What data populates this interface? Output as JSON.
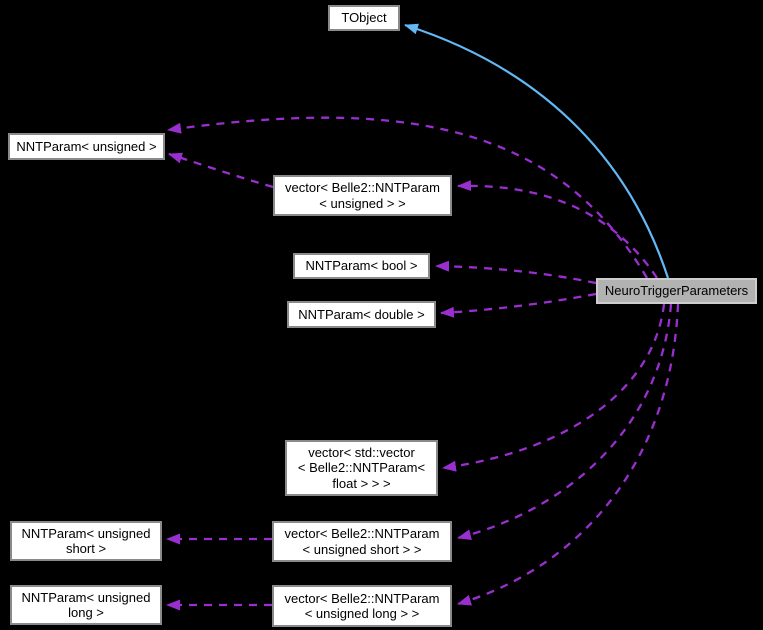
{
  "colors": {
    "background": "#000000",
    "node_fill": "#ffffff",
    "node_border": "#8a8a8a",
    "main_node_fill": "#b2b2b2",
    "main_node_border": "#cdcdcd",
    "text": "#000000",
    "usage_edge": "#9a2fd0",
    "inheritance_edge": "#63b8f6"
  },
  "nodes": [
    {
      "id": "tobject",
      "label": "TObject"
    },
    {
      "id": "nntparam-unsigned",
      "label": "NNTParam< unsigned >"
    },
    {
      "id": "vector-unsigned",
      "label": "vector< Belle2::NNTParam\n< unsigned > >"
    },
    {
      "id": "nntparam-bool",
      "label": "NNTParam< bool >"
    },
    {
      "id": "nntparam-double",
      "label": "NNTParam< double >"
    },
    {
      "id": "main",
      "label": "NeuroTriggerParameters"
    },
    {
      "id": "vector-float",
      "label": "vector< std::vector\n< Belle2::NNTParam<\nfloat > > >"
    },
    {
      "id": "nntparam-ushort",
      "label": "NNTParam< unsigned\nshort >"
    },
    {
      "id": "vector-ushort",
      "label": "vector< Belle2::NNTParam\n< unsigned short > >"
    },
    {
      "id": "nntparam-ulong",
      "label": "NNTParam< unsigned\nlong >"
    },
    {
      "id": "vector-ulong",
      "label": "vector< Belle2::NNTParam\n< unsigned long > >"
    }
  ],
  "edges": [
    {
      "from": "NeuroTriggerParameters",
      "to": "TObject",
      "style": "solid",
      "meaning": "inheritance"
    },
    {
      "from": "NeuroTriggerParameters",
      "to": "NNTParam< unsigned >",
      "style": "dashed",
      "meaning": "usage"
    },
    {
      "from": "NeuroTriggerParameters",
      "to": "vector< Belle2::NNTParam< unsigned > >",
      "style": "dashed",
      "meaning": "usage"
    },
    {
      "from": "NeuroTriggerParameters",
      "to": "NNTParam< bool >",
      "style": "dashed",
      "meaning": "usage"
    },
    {
      "from": "NeuroTriggerParameters",
      "to": "NNTParam< double >",
      "style": "dashed",
      "meaning": "usage"
    },
    {
      "from": "NeuroTriggerParameters",
      "to": "vector< std::vector< Belle2::NNTParam< float > > >",
      "style": "dashed",
      "meaning": "usage"
    },
    {
      "from": "NeuroTriggerParameters",
      "to": "vector< Belle2::NNTParam< unsigned short > >",
      "style": "dashed",
      "meaning": "usage"
    },
    {
      "from": "NeuroTriggerParameters",
      "to": "vector< Belle2::NNTParam< unsigned long > >",
      "style": "dashed",
      "meaning": "usage"
    },
    {
      "from": "vector< Belle2::NNTParam< unsigned > >",
      "to": "NNTParam< unsigned >",
      "style": "dashed",
      "meaning": "usage"
    },
    {
      "from": "vector< Belle2::NNTParam< unsigned short > >",
      "to": "NNTParam< unsigned short >",
      "style": "dashed",
      "meaning": "usage"
    },
    {
      "from": "vector< Belle2::NNTParam< unsigned long > >",
      "to": "NNTParam< unsigned long >",
      "style": "dashed",
      "meaning": "usage"
    }
  ]
}
